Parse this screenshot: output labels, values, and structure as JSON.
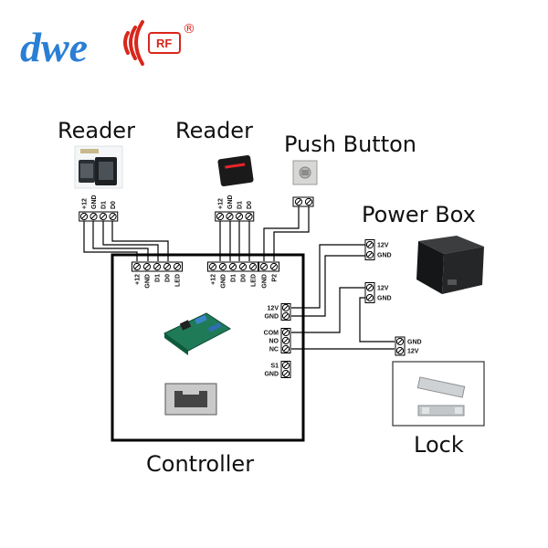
{
  "logo": {
    "brand": "dwe",
    "badge": "RF",
    "registered": "®",
    "brand_color": "#2a7fd4",
    "accent_color": "#d9261c"
  },
  "labels": {
    "reader1": "Reader",
    "reader2": "Reader",
    "push_button": "Push Button",
    "power_box": "Power Box",
    "controller": "Controller",
    "lock": "Lock"
  },
  "terminals": {
    "reader1": [
      "+12",
      "GND",
      "D1",
      "D0"
    ],
    "reader2": [
      "+12",
      "GND",
      "D1",
      "D0"
    ],
    "ctrl_reader1": [
      "+12",
      "GND",
      "D1",
      "D0",
      "LED"
    ],
    "ctrl_reader2": [
      "+12",
      "GND",
      "D1",
      "D0",
      "LED"
    ],
    "ctrl_p2": [
      "GND",
      "P2"
    ],
    "ctrl_power": [
      "12V",
      "GND"
    ],
    "ctrl_relay": [
      "COM",
      "NO",
      "NC"
    ],
    "ctrl_s1": [
      "S1",
      "GND"
    ],
    "psu_a": [
      "12V",
      "GND"
    ],
    "psu_b": [
      "12V",
      "GND"
    ],
    "lock": [
      "GND",
      "12V"
    ]
  }
}
